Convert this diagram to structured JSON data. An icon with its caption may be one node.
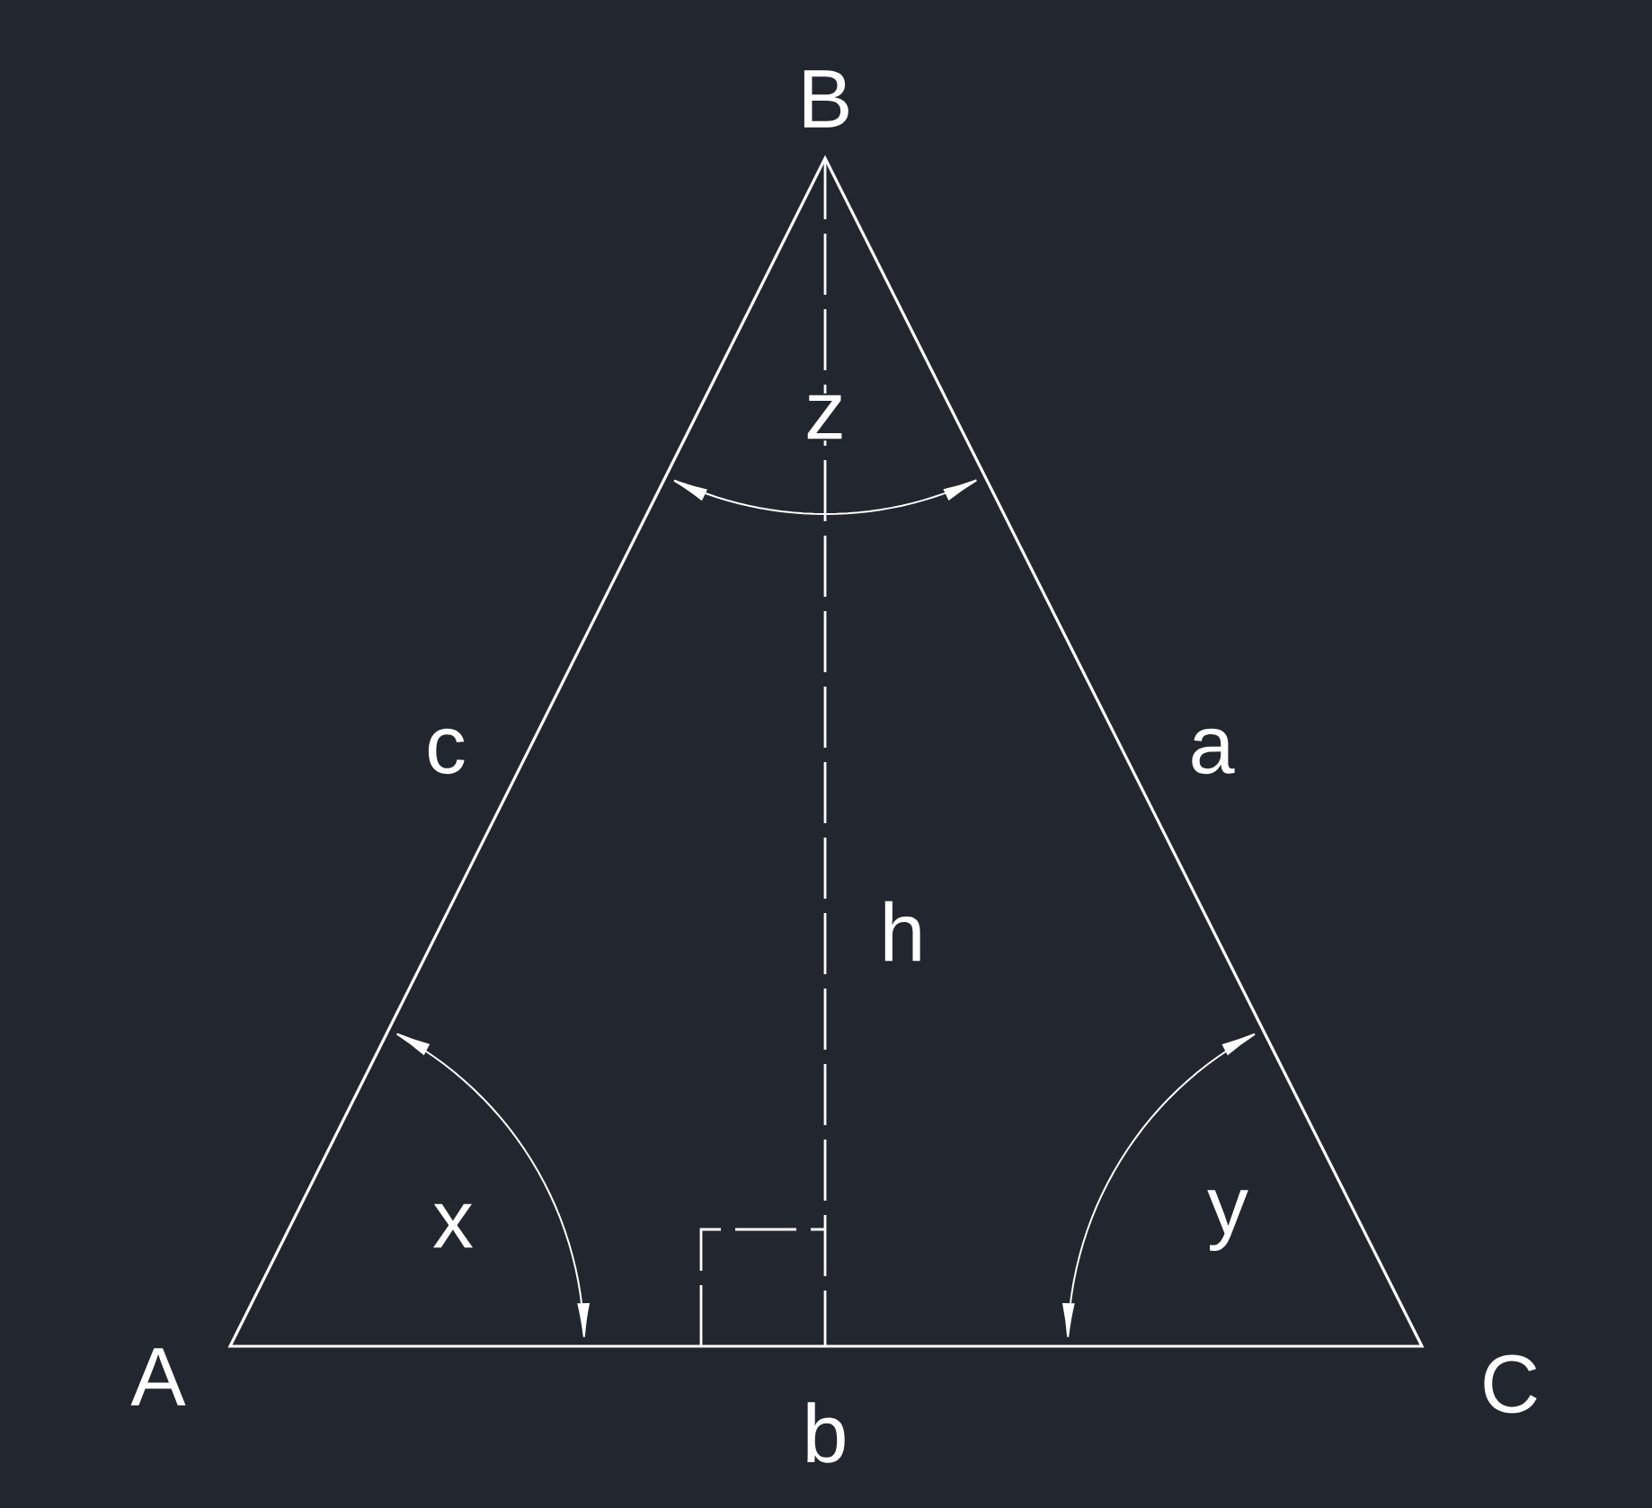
{
  "diagram": {
    "labels": [
      "B",
      "z",
      "c",
      "a",
      "h",
      "x",
      "y",
      "A",
      "b",
      "C"
    ]
  }
}
